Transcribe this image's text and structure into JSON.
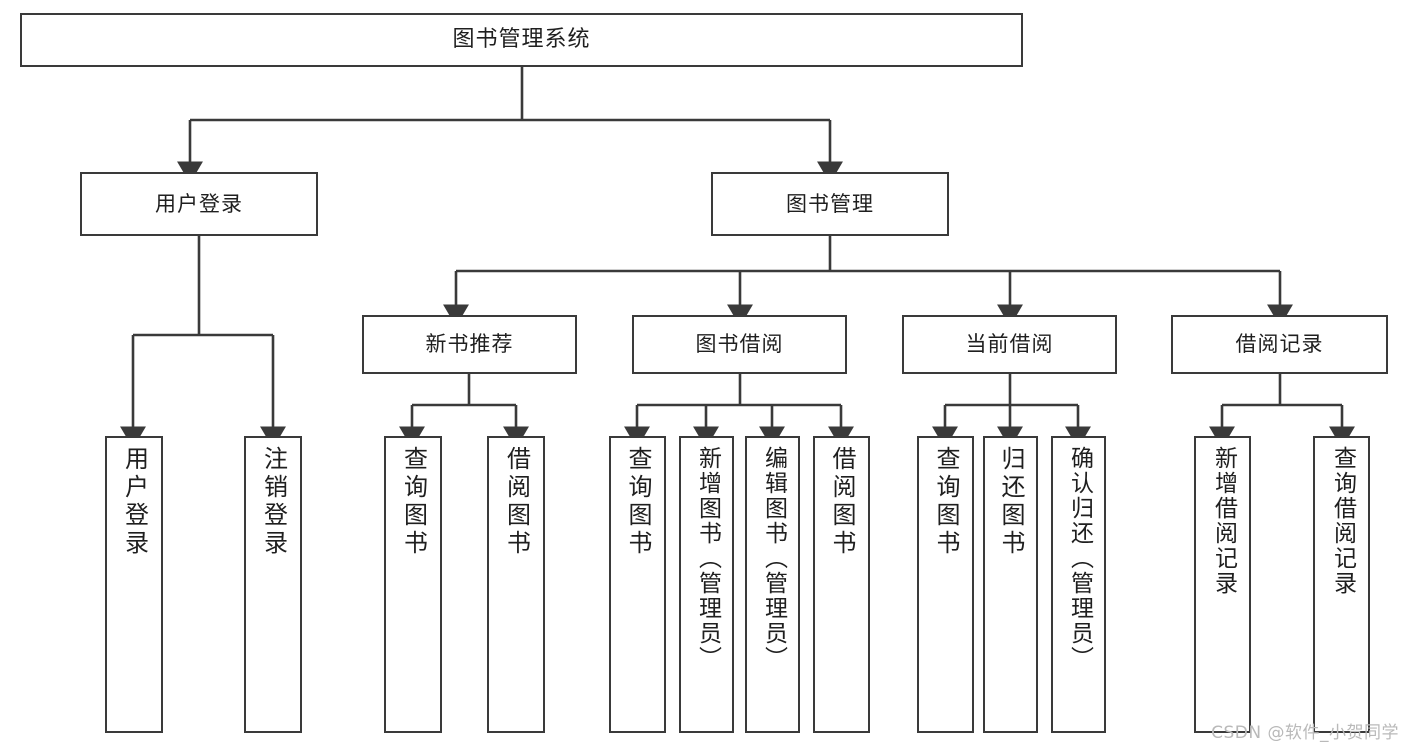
{
  "diagram": {
    "title": "图书管理系统",
    "type": "tree",
    "orientation": "top-down",
    "line_color": "#3a3a3a",
    "box_fill": "#ffffff",
    "text_color": "#1f1f1f"
  },
  "nodes": {
    "root": {
      "label": "图书管理系统",
      "level": 0
    },
    "level1": [
      {
        "id": "user_login",
        "label": "用户登录"
      },
      {
        "id": "book_manage",
        "label": "图书管理"
      }
    ],
    "level2": [
      {
        "id": "new_book_rec",
        "label": "新书推荐",
        "parent": "book_manage"
      },
      {
        "id": "book_borrow",
        "label": "图书借阅",
        "parent": "book_manage"
      },
      {
        "id": "current_borrow",
        "label": "当前借阅",
        "parent": "book_manage"
      },
      {
        "id": "borrow_record",
        "label": "借阅记录",
        "parent": "book_manage"
      }
    ],
    "leaves": [
      {
        "id": "leaf_user_login",
        "label": "用户登录",
        "parent": "user_login"
      },
      {
        "id": "leaf_logout",
        "label": "注销登录",
        "parent": "user_login"
      },
      {
        "id": "leaf_query_book_1",
        "label": "查询图书",
        "parent": "new_book_rec"
      },
      {
        "id": "leaf_borrow_book_1",
        "label": "借阅图书",
        "parent": "new_book_rec"
      },
      {
        "id": "leaf_query_book_2",
        "label": "查询图书",
        "parent": "book_borrow"
      },
      {
        "id": "leaf_add_book",
        "label": "新增图书（管理员）",
        "parent": "book_borrow"
      },
      {
        "id": "leaf_edit_book",
        "label": "编辑图书（管理员）",
        "parent": "book_borrow"
      },
      {
        "id": "leaf_borrow_book_2",
        "label": "借阅图书",
        "parent": "book_borrow"
      },
      {
        "id": "leaf_query_book_3",
        "label": "查询图书",
        "parent": "current_borrow"
      },
      {
        "id": "leaf_return_book",
        "label": "归还图书",
        "parent": "current_borrow"
      },
      {
        "id": "leaf_confirm_return",
        "label": "确认归还（管理员）",
        "parent": "current_borrow"
      },
      {
        "id": "leaf_add_record",
        "label": "新增借阅记录",
        "parent": "borrow_record"
      },
      {
        "id": "leaf_query_record",
        "label": "查询借阅记录",
        "parent": "borrow_record"
      }
    ]
  },
  "watermark": {
    "text": "CSDN @软件_小贺同学"
  }
}
